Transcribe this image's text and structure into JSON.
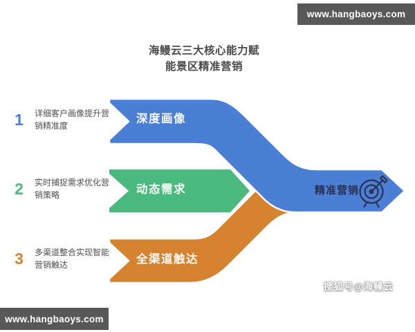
{
  "banners": {
    "top_right": "www.hangbaoys.com",
    "bottom_left": "www.hangbaoys.com"
  },
  "title": {
    "line1": "海鳗云三大核心能力赋",
    "line2": "能景区精准营销"
  },
  "items": [
    {
      "number": "1",
      "text": "详细客户画像提升营销精准度",
      "label": "深度画像",
      "color": "#4a7fd5"
    },
    {
      "number": "2",
      "text": "实时捕捉需求优化营销策略",
      "label": "动态需求",
      "color": "#4bb87d"
    },
    {
      "number": "3",
      "text": "多渠道整合实现智能营销触达",
      "label": "全渠道触达",
      "color": "#d6832f"
    }
  ],
  "result": {
    "label": "精准营销",
    "icon": "target-dart-icon",
    "arrow_color": "#4a7fd5",
    "text_color": "#2b3150"
  },
  "watermark": "搜狐号@海鳗云",
  "colors": {
    "banner_bg": "#575859",
    "background": "#ffffff",
    "title_text": "#4a4a4a",
    "item_text": "#4f4f4f"
  }
}
